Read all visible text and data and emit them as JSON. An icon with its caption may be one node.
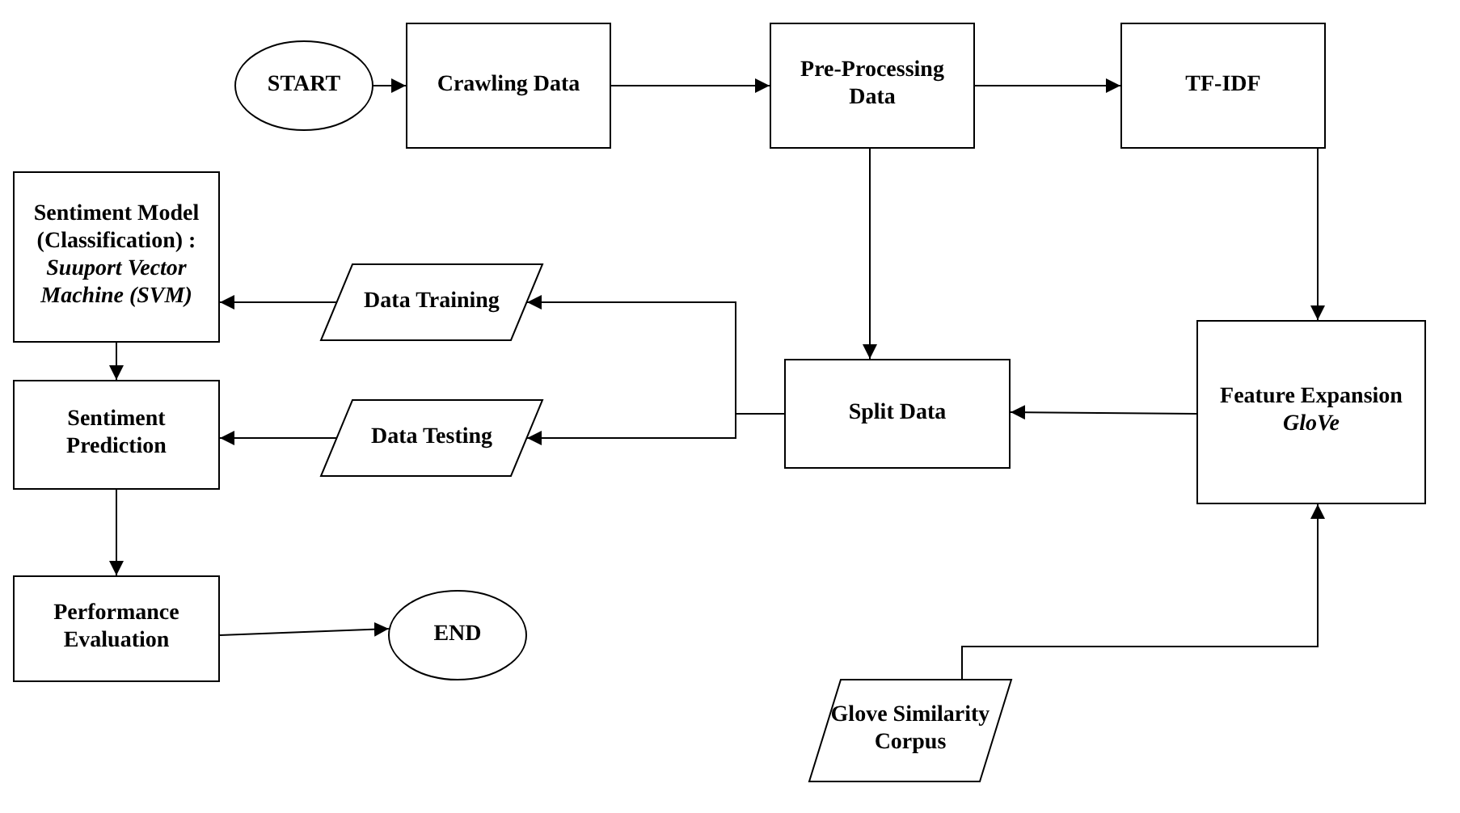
{
  "diagram": {
    "nodes": [
      {
        "text": [
          "START"
        ]
      },
      {
        "text": [
          "Crawling Data"
        ]
      },
      {
        "text": [
          "Pre-Processing Data"
        ]
      },
      {
        "text": [
          "TF-IDF"
        ]
      },
      {
        "text": [
          "Sentiment Model (Classification) :",
          "Suuport Vector Machine (SVM)"
        ]
      },
      {
        "text": [
          "Data Training"
        ]
      },
      {
        "text": [
          "Split Data"
        ]
      },
      {
        "text": [
          "Feature Expansion",
          "GloVe"
        ]
      },
      {
        "text": [
          "Sentiment Prediction"
        ]
      },
      {
        "text": [
          "Data Testing"
        ]
      },
      {
        "text": [
          "Performance Evaluation"
        ]
      },
      {
        "text": [
          "END"
        ]
      },
      {
        "text": [
          "Glove Similarity Corpus"
        ]
      }
    ],
    "edges": [
      {
        "from": 0,
        "to": 1,
        "arrow": "to"
      },
      {
        "from": 1,
        "to": 2,
        "arrow": "to"
      },
      {
        "from": 2,
        "to": 3,
        "arrow": "to"
      },
      {
        "from": 2,
        "to": 6,
        "arrow": "to"
      },
      {
        "from": 3,
        "to": 7,
        "arrow": "to"
      },
      {
        "from": 7,
        "to": 6,
        "arrow": "to"
      },
      {
        "from": 6,
        "to": 5,
        "arrow": "to"
      },
      {
        "from": 6,
        "to": 9,
        "arrow": "to"
      },
      {
        "from": 5,
        "to": 4,
        "arrow": "to"
      },
      {
        "from": 9,
        "to": 8,
        "arrow": "to"
      },
      {
        "from": 4,
        "to": 8,
        "arrow": "to"
      },
      {
        "from": 8,
        "to": 10,
        "arrow": "to"
      },
      {
        "from": 10,
        "to": 11,
        "arrow": "to"
      },
      {
        "from": 12,
        "to": 7,
        "arrow": "to"
      }
    ]
  }
}
